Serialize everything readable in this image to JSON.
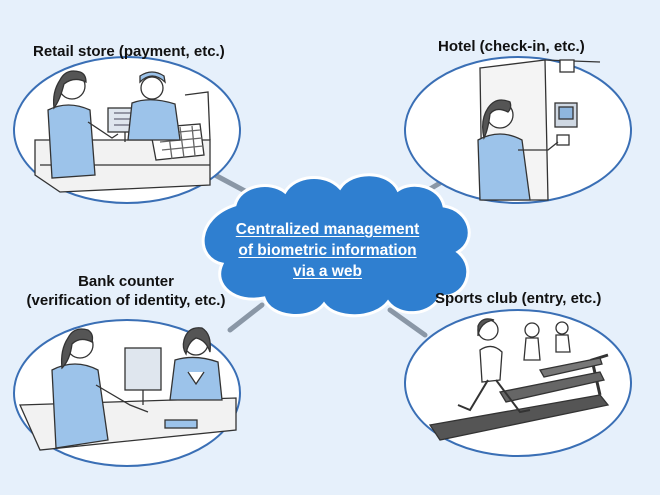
{
  "center": {
    "lines": [
      "Centralized management",
      "of biometric information",
      "via a web"
    ]
  },
  "scenes": {
    "retail": {
      "label": "Retail store (payment, etc.)"
    },
    "hotel": {
      "label": "Hotel (check-in, etc.)"
    },
    "bank": {
      "label_line1": "Bank counter",
      "label_line2": "(verification of identity, etc.)"
    },
    "sports": {
      "label": "Sports club (entry, etc.)"
    }
  },
  "colors": {
    "background": "#e6f0fb",
    "cloud": "#2f7fd0",
    "ellipse_border": "#3a6fb5",
    "connector": "#8a97a6",
    "person_fill": "#9cc3ea",
    "outline": "#333333"
  }
}
